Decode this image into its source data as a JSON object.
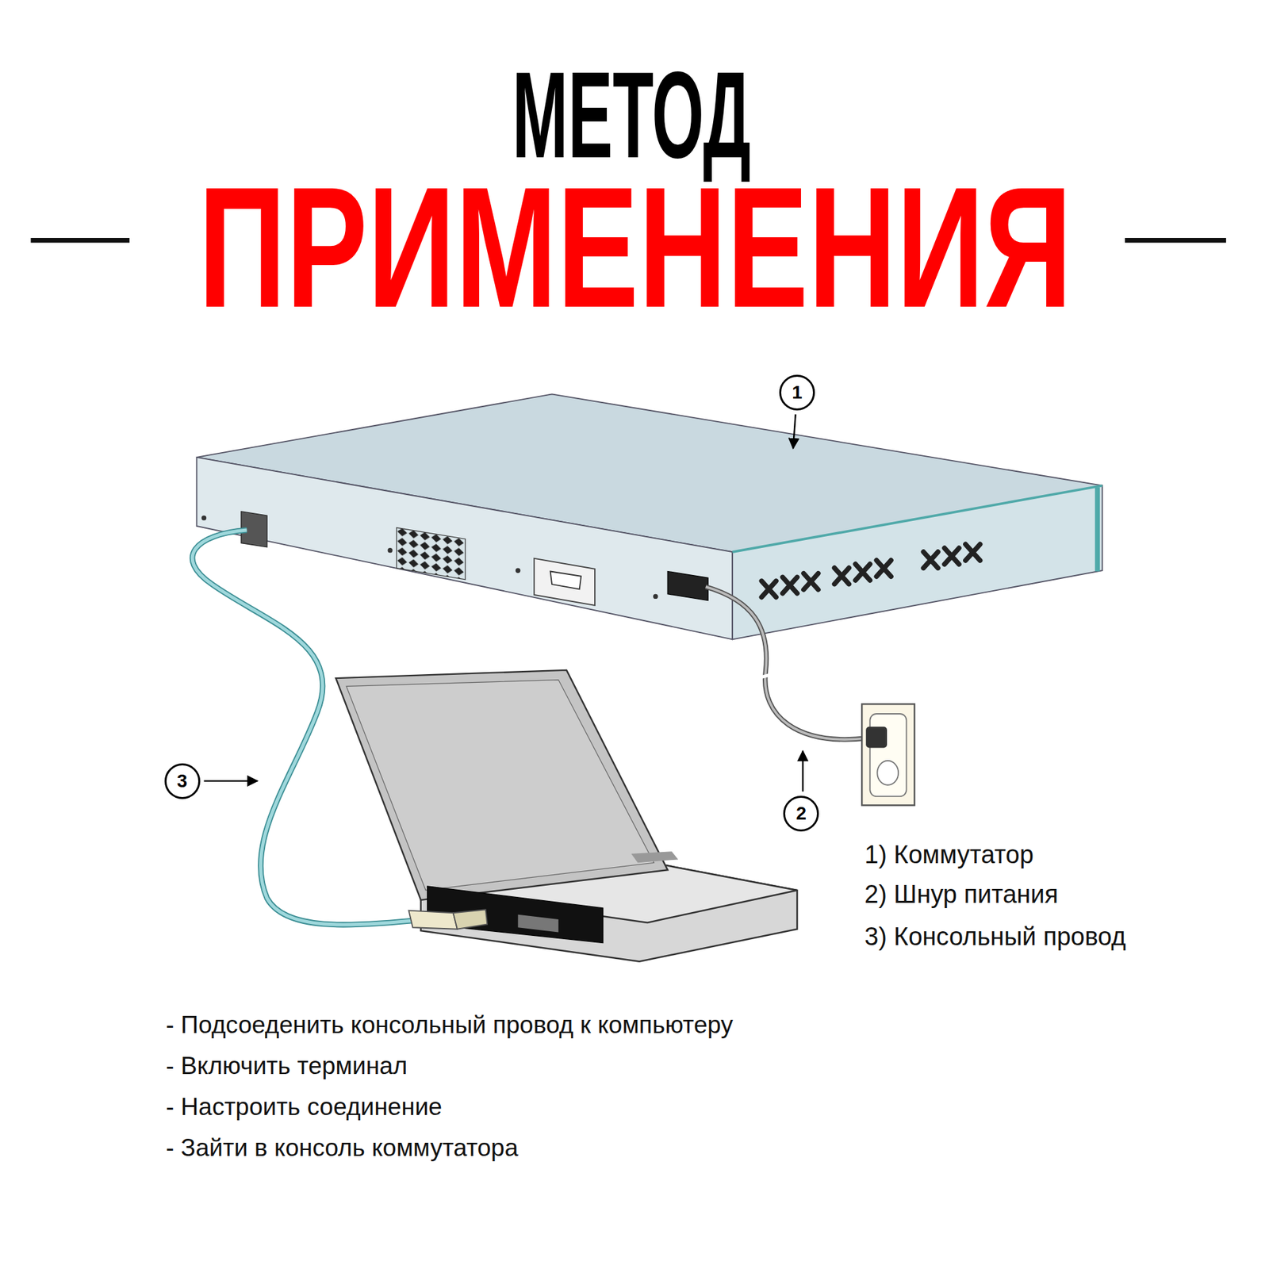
{
  "diagram": {
    "title": "МЕТОД",
    "nodes": [
      {
        "text": [
          "1"
        ]
      },
      {
        "text": [
          "2"
        ]
      },
      {
        "text": [
          "3"
        ]
      }
    ],
    "labels": [
      "ПРИМЕНЕНИЯ",
      "1) Коммутатор",
      "2) Шнур питания",
      "3) Консольный провод",
      "- Подсоеденить консольный провод к компьютеру",
      "- Включить терминал",
      "- Настроить соединение",
      "- Зайти в консоль коммутатора"
    ]
  }
}
